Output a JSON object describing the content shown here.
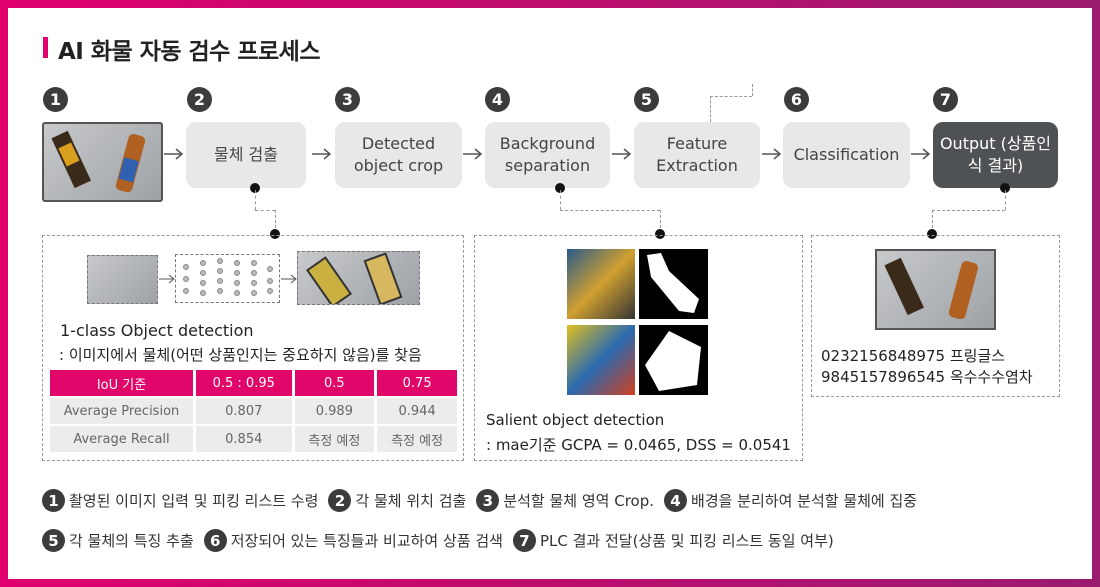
{
  "title": "AI 화물 자동 검수 프로세스",
  "colors": {
    "accent": "#e0006e",
    "dark_step": "#4f5254",
    "step_bg": "#e8e8e8"
  },
  "steps": [
    {
      "num": "1",
      "label": ""
    },
    {
      "num": "2",
      "label": "물체 검출"
    },
    {
      "num": "3",
      "label": "Detected object crop"
    },
    {
      "num": "4",
      "label": "Background separation"
    },
    {
      "num": "5",
      "label": "Feature Extraction"
    },
    {
      "num": "6",
      "label": "Classification"
    },
    {
      "num": "7",
      "label": "Output (상품인식 결과)"
    }
  ],
  "panel1": {
    "heading": "1-class Object detection",
    "desc": ": 이미지에서 물체(어떤 상품인지는 중요하지 않음)를 찾음",
    "table": {
      "header": [
        "IoU 기준",
        "0.5 : 0.95",
        "0.5",
        "0.75"
      ],
      "rows": [
        [
          "Average Precision",
          "0.807",
          "0.989",
          "0.944"
        ],
        [
          "Average Recall",
          "0.854",
          "측정 예정",
          "측정 예정"
        ]
      ]
    }
  },
  "panel2": {
    "heading": "Salient object detection",
    "desc": ": mae기준 GCPA = 0.0465, DSS = 0.0541"
  },
  "panel3": {
    "results": [
      "0232156848975 프링글스",
      "9845157896545 옥수수수염차"
    ]
  },
  "legend": [
    {
      "num": "1",
      "text": "촬영된 이미지 입력 및 피킹 리스트 수령"
    },
    {
      "num": "2",
      "text": "각 물체 위치 검출"
    },
    {
      "num": "3",
      "text": "분석할 물체 영역 Crop."
    },
    {
      "num": "4",
      "text": "배경을 분리하여 분석할 물체에 집중"
    },
    {
      "num": "5",
      "text": "각 물체의 특징 추출"
    },
    {
      "num": "6",
      "text": "저장되어 있는 특징들과 비교하여 상품 검색"
    },
    {
      "num": "7",
      "text": "PLC 결과 전달(상품 및 피킹 리스트 동일 여부)"
    }
  ]
}
